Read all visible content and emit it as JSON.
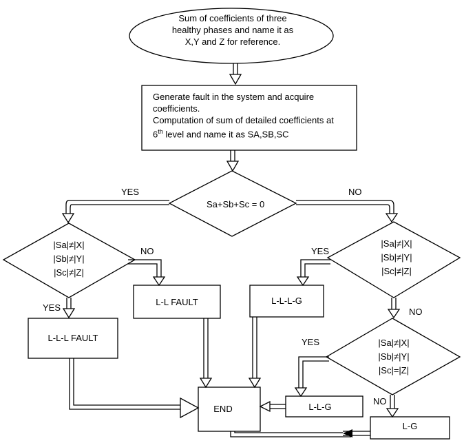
{
  "start": {
    "lines": [
      "Sum of coefficients of three",
      "healthy phases and name it as",
      "X,Y and Z for reference."
    ]
  },
  "process": {
    "lines": [
      "Generate fault in the system and acquire",
      "coefficients.",
      "Computation of sum of detailed coefficients at",
      "6",
      "th",
      " level and name it as  SA,SB,SC"
    ]
  },
  "decision_main": {
    "text": "Sa+Sb+Sc = 0",
    "yes": "YES",
    "no": "NO"
  },
  "decision_left": {
    "lines": [
      "|Sa|≠|X|",
      "|Sb|≠|Y|",
      "|Sc|≠|Z|"
    ],
    "yes": "YES",
    "no": "NO"
  },
  "decision_right1": {
    "lines": [
      "|Sa|≠|X|",
      "|Sb|≠|Y|",
      "|Sc|≠|Z|"
    ],
    "yes": "YES",
    "no": "NO"
  },
  "decision_right2": {
    "lines": [
      "|Sa|≠|X|",
      "|Sb|≠|Y|",
      "|Sc|=|Z|"
    ],
    "yes": "YES",
    "no": "NO"
  },
  "results": {
    "lll": "L-L-L FAULT",
    "ll": "L-L FAULT",
    "lllg": "L-L-L-G",
    "llg": "L-L-G",
    "lg": "L-G",
    "end": "END"
  }
}
